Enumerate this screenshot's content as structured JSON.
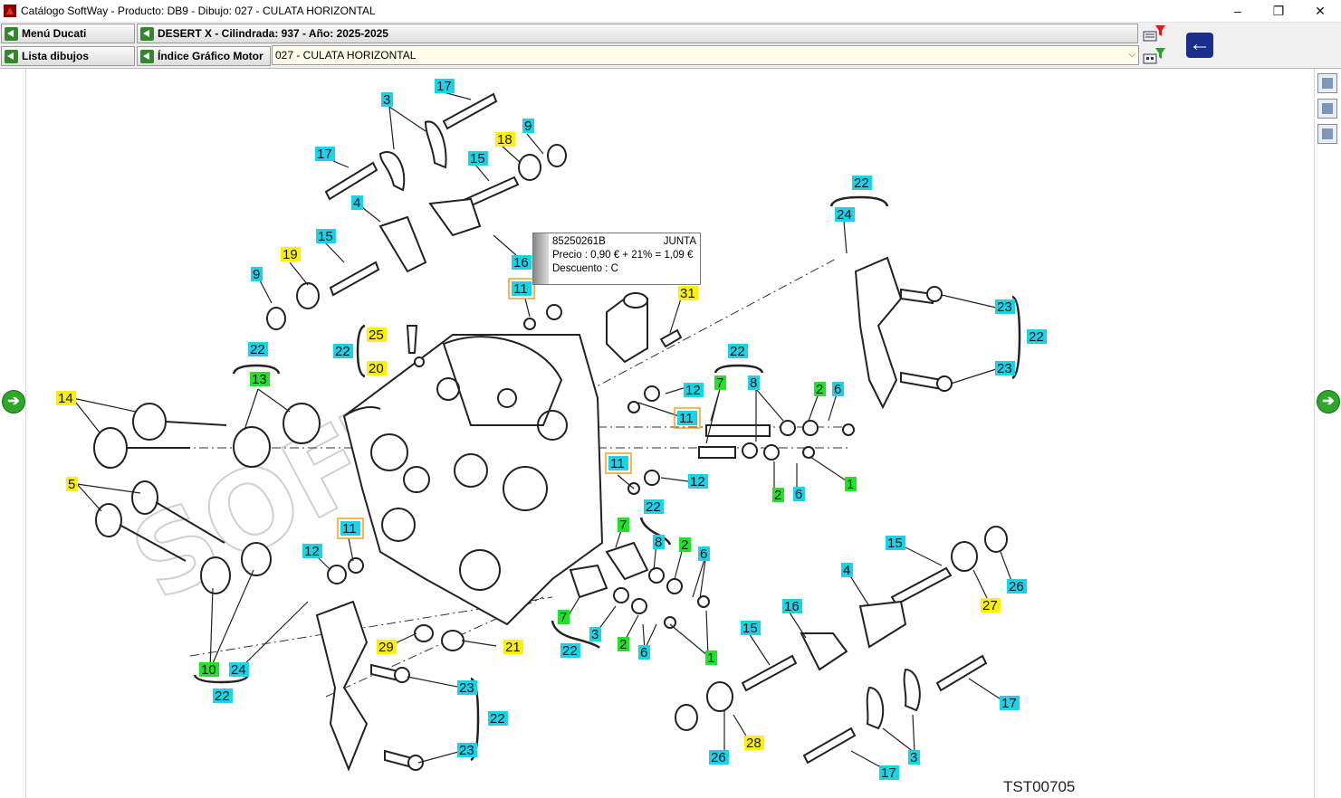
{
  "window": {
    "title": "Catálogo SoftWay - Producto: DB9 - Dibujo: 027 - CULATA HORIZONTAL",
    "minimize": "–",
    "restore": "❐",
    "close": "✕"
  },
  "toolbar": {
    "menu_button": "Menú Ducati",
    "list_button": "Lista dibujos",
    "model_info": "DESERT X - Cilindrada:  937 - Año: 2025-2025",
    "index_button": "Índice Gráfico Motor",
    "drawing_select": "027 - CULATA HORIZONTAL",
    "back_arrow": "←"
  },
  "tooltip": {
    "code": "85250261B",
    "description": "JUNTA",
    "price": "Precio : 0,90 € + 21% = 1,09 €",
    "discount": "Descuento  : C"
  },
  "drawing": {
    "reference": "TST00705",
    "labels": [
      {
        "t": "17",
        "c": "cyan"
      },
      {
        "t": "3",
        "c": "cyan"
      },
      {
        "t": "9",
        "c": "cyan"
      },
      {
        "t": "18",
        "c": "yellow"
      },
      {
        "t": "17",
        "c": "cyan"
      },
      {
        "t": "15",
        "c": "cyan"
      },
      {
        "t": "4",
        "c": "cyan"
      },
      {
        "t": "15",
        "c": "cyan"
      },
      {
        "t": "19",
        "c": "yellow"
      },
      {
        "t": "9",
        "c": "cyan"
      },
      {
        "t": "16",
        "c": "cyan"
      },
      {
        "t": "11",
        "c": "cyan"
      },
      {
        "t": "31",
        "c": "yellow"
      },
      {
        "t": "22",
        "c": "cyan"
      },
      {
        "t": "24",
        "c": "cyan"
      },
      {
        "t": "23",
        "c": "cyan"
      },
      {
        "t": "22",
        "c": "cyan"
      },
      {
        "t": "23",
        "c": "cyan"
      },
      {
        "t": "25",
        "c": "yellow"
      },
      {
        "t": "22",
        "c": "cyan"
      },
      {
        "t": "20",
        "c": "yellow"
      },
      {
        "t": "22",
        "c": "cyan"
      },
      {
        "t": "13",
        "c": "green"
      },
      {
        "t": "14",
        "c": "yellow"
      },
      {
        "t": "22",
        "c": "cyan"
      },
      {
        "t": "7",
        "c": "green"
      },
      {
        "t": "8",
        "c": "cyan"
      },
      {
        "t": "2",
        "c": "green"
      },
      {
        "t": "6",
        "c": "cyan"
      },
      {
        "t": "12",
        "c": "cyan"
      },
      {
        "t": "11",
        "c": "cyan"
      },
      {
        "t": "11",
        "c": "cyan"
      },
      {
        "t": "12",
        "c": "cyan"
      },
      {
        "t": "2",
        "c": "green"
      },
      {
        "t": "6",
        "c": "cyan"
      },
      {
        "t": "1",
        "c": "green"
      },
      {
        "t": "5",
        "c": "yellow"
      },
      {
        "t": "22",
        "c": "cyan"
      },
      {
        "t": "7",
        "c": "green"
      },
      {
        "t": "8",
        "c": "cyan"
      },
      {
        "t": "2",
        "c": "green"
      },
      {
        "t": "6",
        "c": "cyan"
      },
      {
        "t": "11",
        "c": "cyan"
      },
      {
        "t": "12",
        "c": "cyan"
      },
      {
        "t": "15",
        "c": "cyan"
      },
      {
        "t": "4",
        "c": "cyan"
      },
      {
        "t": "26",
        "c": "cyan"
      },
      {
        "t": "27",
        "c": "yellow"
      },
      {
        "t": "16",
        "c": "cyan"
      },
      {
        "t": "7",
        "c": "green"
      },
      {
        "t": "3",
        "c": "cyan"
      },
      {
        "t": "2",
        "c": "green"
      },
      {
        "t": "6",
        "c": "cyan"
      },
      {
        "t": "1",
        "c": "green"
      },
      {
        "t": "22",
        "c": "cyan"
      },
      {
        "t": "29",
        "c": "yellow"
      },
      {
        "t": "21",
        "c": "yellow"
      },
      {
        "t": "15",
        "c": "cyan"
      },
      {
        "t": "10",
        "c": "green"
      },
      {
        "t": "24",
        "c": "cyan"
      },
      {
        "t": "22",
        "c": "cyan"
      },
      {
        "t": "23",
        "c": "cyan"
      },
      {
        "t": "22",
        "c": "cyan"
      },
      {
        "t": "23",
        "c": "cyan"
      },
      {
        "t": "17",
        "c": "cyan"
      },
      {
        "t": "28",
        "c": "yellow"
      },
      {
        "t": "26",
        "c": "cyan"
      },
      {
        "t": "3",
        "c": "cyan"
      },
      {
        "t": "17",
        "c": "cyan"
      }
    ]
  },
  "colors": {
    "cyan": "#19d3e6",
    "yellow": "#fff200",
    "green": "#22e22a",
    "selected_border": "#f0a020"
  }
}
